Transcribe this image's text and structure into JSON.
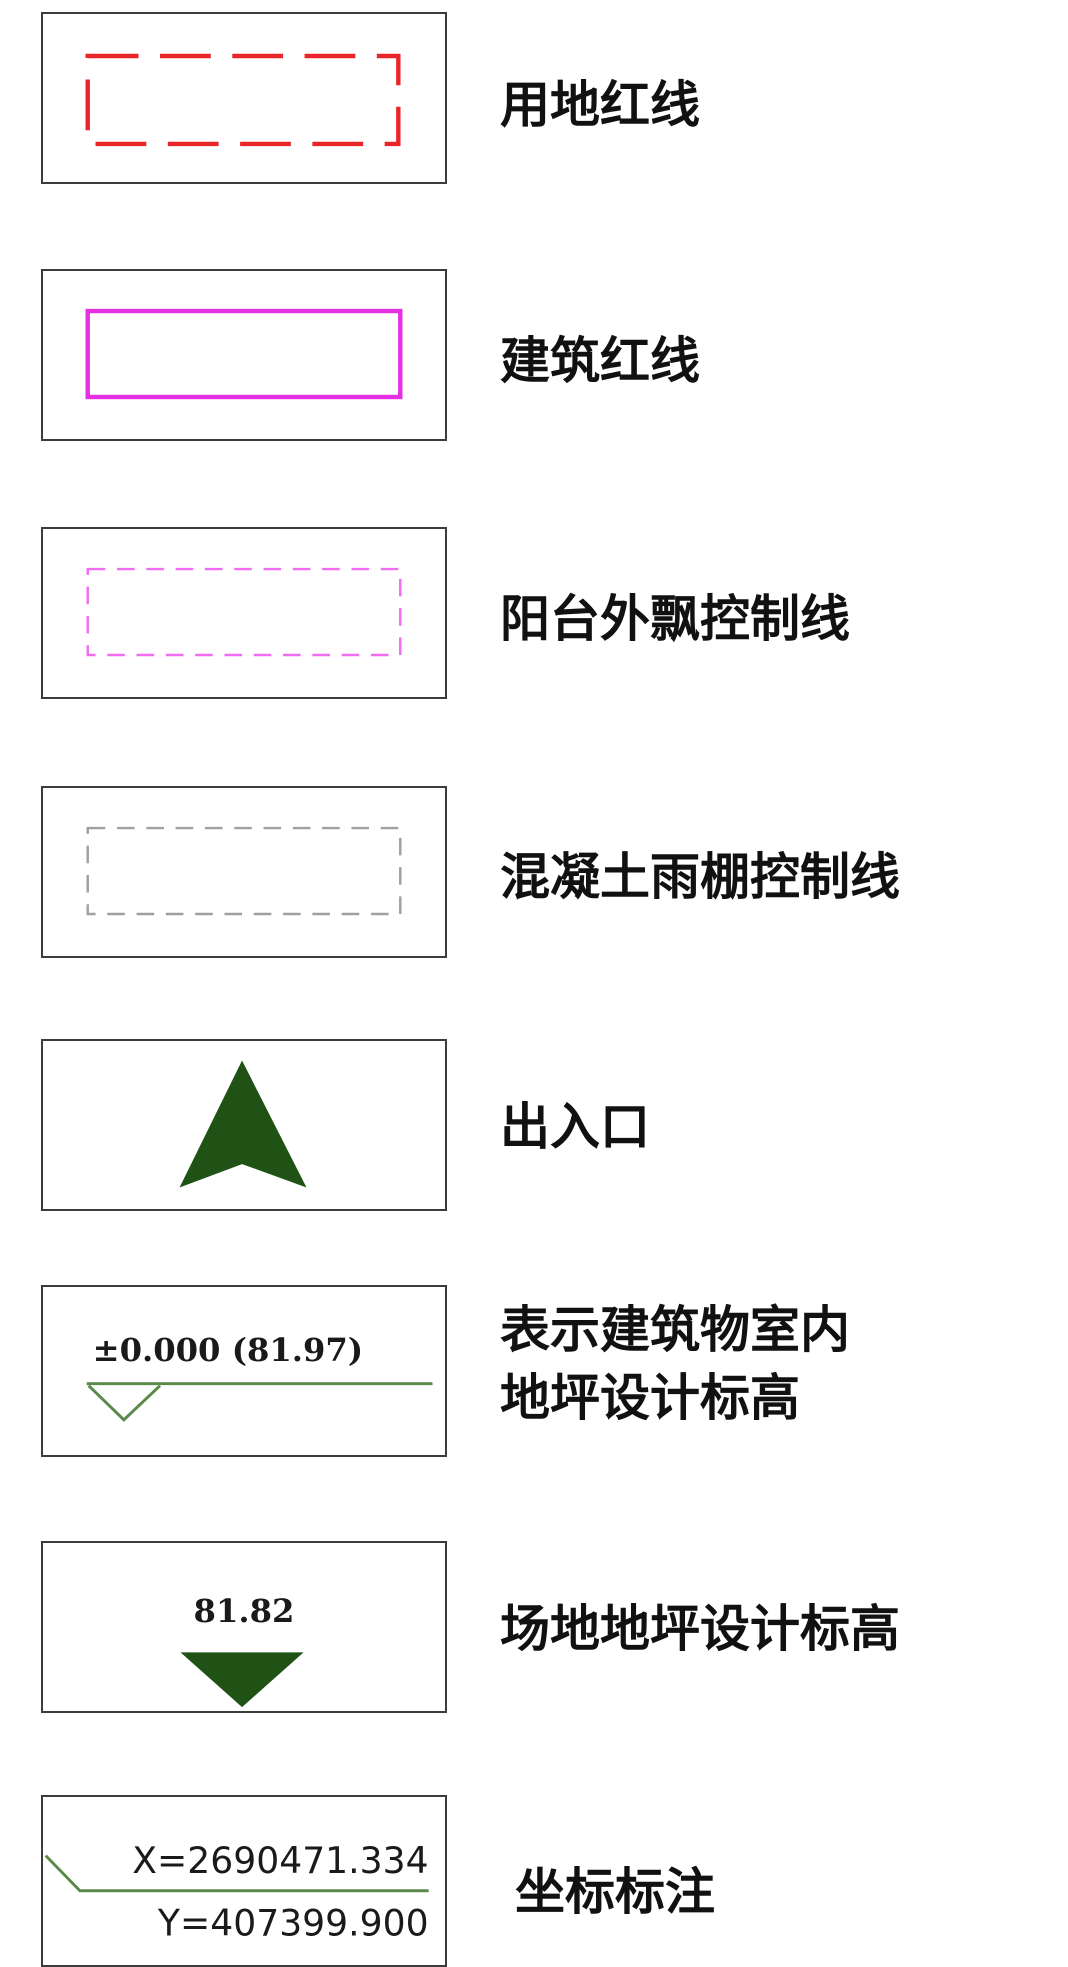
{
  "legend": {
    "items": [
      {
        "symbol": "dashed-red-rectangle",
        "label": "用地红线",
        "color": "#e8262a"
      },
      {
        "symbol": "solid-magenta-rectangle",
        "label": "建筑红线",
        "color": "#e52fe3"
      },
      {
        "symbol": "dashed-magenta-rectangle",
        "label": "阳台外飘控制线",
        "color": "#f06cf0"
      },
      {
        "symbol": "dashed-gray-rectangle",
        "label": "混凝土雨棚控制线",
        "color": "#a0a0a0"
      },
      {
        "symbol": "entrance-arrow",
        "label": "出入口",
        "color": "#1f5214"
      },
      {
        "symbol": "indoor-floor-elevation-mark",
        "label_line1": "表示建筑物室内",
        "label_line2": "地坪设计标高",
        "value_text": "±0.000 (81.97)",
        "color": "#5a8a4a"
      },
      {
        "symbol": "site-elevation-mark",
        "label": "场地地坪设计标高",
        "value_text": "81.82",
        "color": "#1f5214"
      },
      {
        "symbol": "coordinate-mark",
        "label": "坐标标注",
        "x_text": "X=2690471.334",
        "y_text": "Y=407399.900",
        "color": "#5a8a4a"
      }
    ]
  }
}
